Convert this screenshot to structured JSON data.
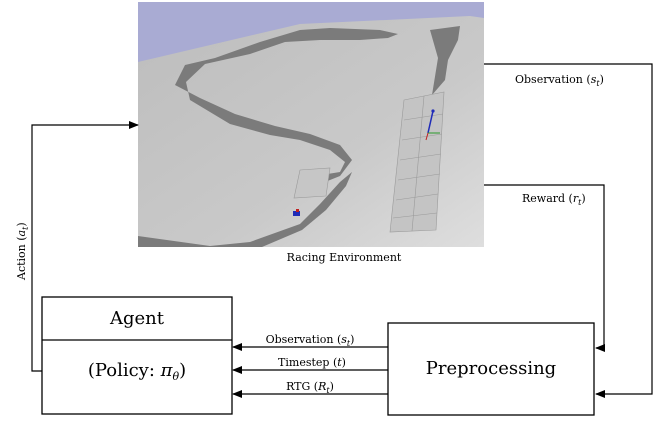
{
  "environment": {
    "caption": "Racing Environment",
    "colors": {
      "sky": "#a9abd3",
      "ground": "#c8c8c8",
      "wall": "#7b7b7b",
      "car": "#1f2bb8"
    }
  },
  "agent": {
    "title": "Agent",
    "policy": "(Policy: πθ)",
    "policy_prefix": "(Policy: ",
    "policy_symbol": "π",
    "policy_subscript": "θ",
    "policy_suffix": ")"
  },
  "preprocessing": {
    "title": "Preprocessing"
  },
  "arrows": {
    "observation_env": "Observation (st)",
    "observation_env_prefix": "Observation (",
    "observation_env_var": "s",
    "observation_env_sub": "t",
    "observation_env_suffix": ")",
    "reward": "Reward (rt)",
    "reward_prefix": "Reward (",
    "reward_var": "r",
    "reward_sub": "t",
    "reward_suffix": ")",
    "action": "Action (at)",
    "action_prefix": "Action (",
    "action_var": "a",
    "action_sub": "t",
    "action_suffix": ")",
    "observation_agent": "Observation (st)",
    "observation_agent_prefix": "Observation (",
    "observation_agent_var": "s",
    "observation_agent_sub": "t",
    "observation_agent_suffix": ")",
    "timestep": "Timestep (t)",
    "timestep_prefix": "Timestep (",
    "timestep_var": "t",
    "timestep_suffix": ")",
    "rtg": "RTG (Rt)",
    "rtg_prefix": "RTG (",
    "rtg_var": "R",
    "rtg_sub": "t",
    "rtg_suffix": ")"
  }
}
